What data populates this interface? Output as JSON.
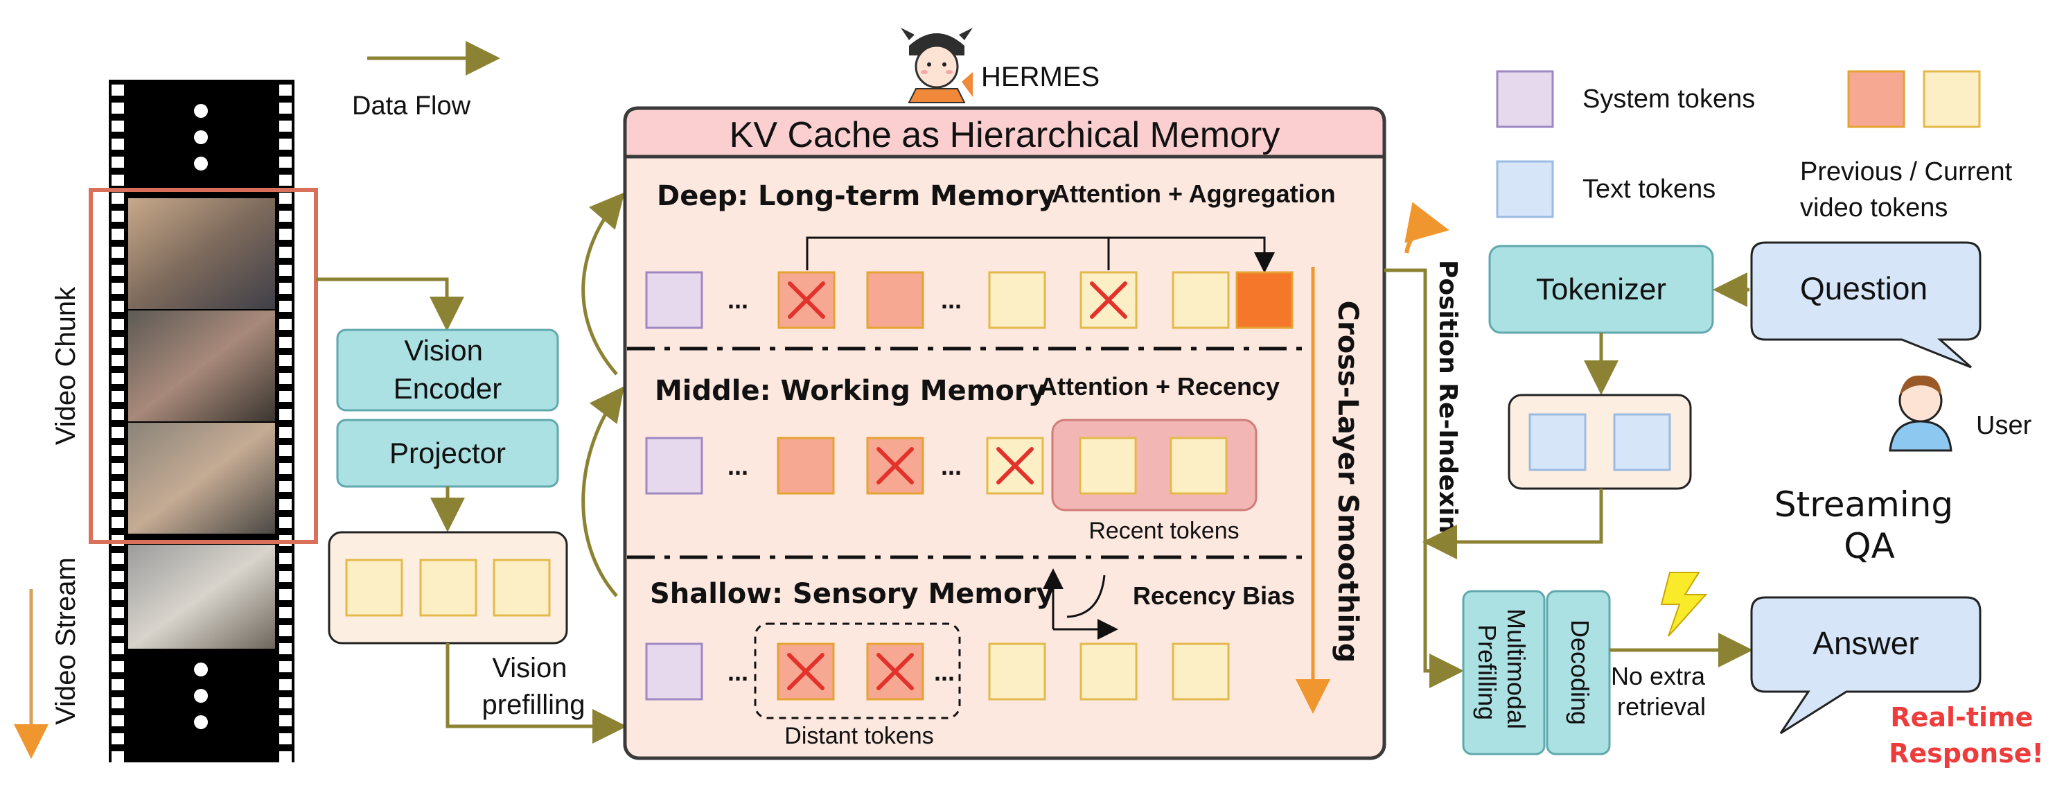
{
  "legend": {
    "data_flow": "Data Flow",
    "system_tokens": "System tokens",
    "text_tokens": "Text tokens",
    "video_tokens": "Previous / Current video tokens",
    "video_tokens_line1": "Previous / Current",
    "video_tokens_line2": "video tokens"
  },
  "left": {
    "video_chunk": "Video Chunk",
    "video_stream": "Video Stream"
  },
  "encoder": {
    "vision_encoder_line1": "Vision",
    "vision_encoder_line2": "Encoder",
    "projector": "Projector",
    "vision_prefilling_line1": "Vision",
    "vision_prefilling_line2": "prefilling"
  },
  "memory": {
    "brand": "HERMES",
    "title": "KV Cache as Hierarchical Memory",
    "deep_title": "Deep: Long-term Memory",
    "deep_op": "Attention + Aggregation",
    "middle_title": "Middle: Working Memory",
    "middle_op": "Attention + Recency",
    "shallow_title": "Shallow: Sensory Memory",
    "shallow_op": "Recency Bias",
    "recent_tokens": "Recent tokens",
    "distant_tokens": "Distant tokens",
    "cross_layer": "Cross-Layer Smoothing",
    "ellipsis": "..."
  },
  "right": {
    "position_reindexing": "Position Re-Indexing",
    "tokenizer": "Tokenizer",
    "question": "Question",
    "user": "User",
    "streaming_qa_line1": "Streaming",
    "streaming_qa_line2": "QA",
    "multimodal_line1": "Multimodal",
    "multimodal_line2": "Prefilling",
    "decoding": "Decoding",
    "no_extra_line1": "No extra",
    "no_extra_line2": "retrieval",
    "answer": "Answer",
    "realtime_line1": "Real-time",
    "realtime_line2": "Response!"
  },
  "colors": {
    "arrow": "#8c8234",
    "system_token": "#e6d9ee",
    "text_token": "#d6e6f8",
    "prev_video_token": "#f7a893",
    "cur_video_token": "#fdefc5",
    "aggregated_token": "#f5772a",
    "teal_box": "#ace1e3",
    "memory_bg": "#fde8e0",
    "memory_header": "#fbcfcf",
    "realtime_red": "#ee3b3b"
  }
}
